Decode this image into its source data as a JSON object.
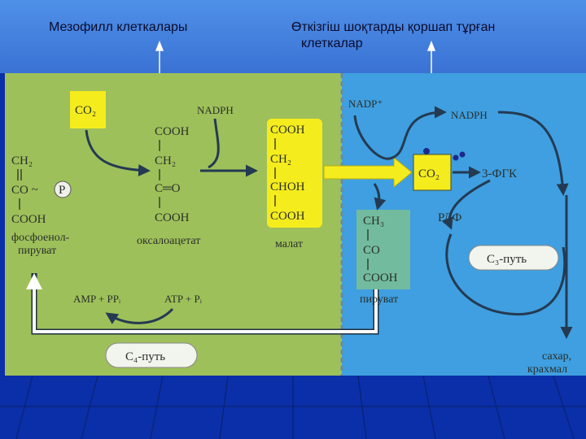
{
  "header": {
    "left_caption": "Мезофилл клеткалары",
    "right_caption_line1": "Өткізгіш шоқтарды қоршап тұрған",
    "right_caption_line2": "клеткалар"
  },
  "diagram": {
    "co2_left": "CO₂",
    "nadph_left": "NADPH",
    "pep_ch2": "CH₂",
    "pep_co": "CO ~",
    "pep_p": "P",
    "pep_cooh": "COOH",
    "pep_label_1": "фосфоенол-",
    "pep_label_2": "пируват",
    "oaa_cooh_top": "COOH",
    "oaa_ch2": "CH₂",
    "oaa_co": "C═O",
    "oaa_cooh_bottom": "COOH",
    "oaa_label": "оксалоацетат",
    "malate_cooh_top": "COOH",
    "malate_ch2": "CH₂",
    "malate_choh": "CHOH",
    "malate_cooh_bottom": "COOH",
    "malate_label": "малат",
    "amp_label": "AMP + PPᵢ",
    "atp_label": "ATP + Pᵢ",
    "c4_path": "C₄-путь",
    "nadp_right": "NADP⁺",
    "nadph_right": "NADPH",
    "co2_right": "CO₂",
    "pga": "3-ФГК",
    "rdf": "РДФ",
    "c3_path": "C₃-путь",
    "pyr_ch3": "CH₃",
    "pyr_co": "CO",
    "pyr_cooh": "COOH",
    "pyr_label": "пируват",
    "sugar_1": "сахар,",
    "sugar_2": "крахмал"
  },
  "colors": {
    "slide_blue": "#0a2fa8",
    "caption_bg": "#4a86e0",
    "mesophyll_green": "#9ec05a",
    "bundle_blue": "#3f9fe0",
    "highlight_yellow": "#f5ec1e"
  }
}
